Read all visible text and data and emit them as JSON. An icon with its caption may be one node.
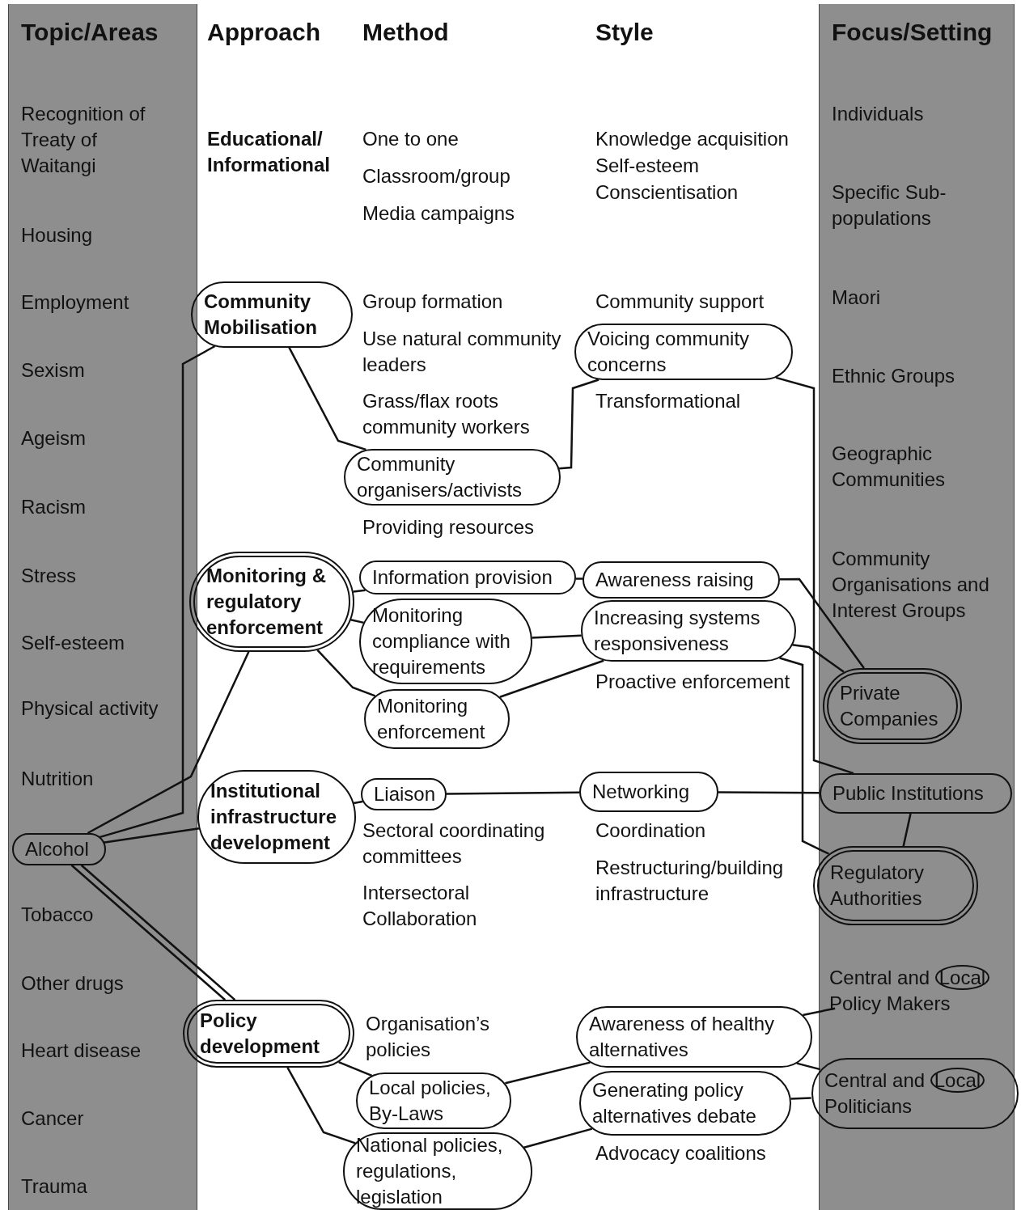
{
  "diagram": {
    "nodes": [
      {
        "text": [
          "Topic/Areas",
          "Recognition of Treaty of Waitangi",
          "Housing",
          "Employment",
          "Sexism",
          "Ageism",
          "Racism",
          "Stress",
          "Self-esteem",
          "Physical activity",
          "Nutrition",
          "Tobacco",
          "Other drugs",
          "Heart disease",
          "Cancer",
          "Trauma"
        ]
      },
      {
        "text": [
          "Alcohol"
        ],
        "in": 0
      },
      {
        "text": [
          "Community Mobilisation"
        ]
      },
      {
        "text": [
          "Community organisers/activists"
        ]
      },
      {
        "text": [
          "Voicing community concerns"
        ]
      },
      {
        "text": [
          "Monitoring & regulatory enforcement"
        ]
      },
      {
        "text": [
          "Information provision"
        ]
      },
      {
        "text": [
          "Awareness raising"
        ]
      },
      {
        "text": [
          "Monitoring compliance with requirements"
        ]
      },
      {
        "text": [
          "Increasing systems responsiveness"
        ]
      },
      {
        "text": [
          "Monitoring enforcement"
        ]
      },
      {
        "text": [
          "Institutional infrastructure development"
        ]
      },
      {
        "text": [
          "Liaison"
        ]
      },
      {
        "text": [
          "Networking"
        ]
      },
      {
        "text": [
          "Policy development"
        ]
      },
      {
        "text": [
          "Local policies, By-Laws"
        ]
      },
      {
        "text": [
          "Awareness of healthy alternatives"
        ]
      },
      {
        "text": [
          "Generating policy alternatives debate"
        ]
      },
      {
        "text": [
          "National policies, regulations, legislation"
        ]
      },
      {
        "text": [
          "Focus/Setting",
          "Individuals",
          "Specific Sub-populations",
          "Maori",
          "Ethnic Groups",
          "Geographic Communities",
          "Community Organisations and Interest Groups"
        ]
      },
      {
        "text": [
          "Private Companies"
        ],
        "in": 19
      },
      {
        "text": [
          "Public Institutions"
        ],
        "in": 19
      },
      {
        "text": [
          "Regulatory Authorities"
        ],
        "in": 19
      },
      {
        "text": [
          "Central and Local Policy Makers"
        ],
        "in": 19
      },
      {
        "text": [
          "Central and Local Politicians"
        ],
        "in": 19
      }
    ],
    "edges": [
      {
        "from": 1,
        "to": 2,
        "arrow": "none"
      },
      {
        "from": 1,
        "to": 5,
        "arrow": "none"
      },
      {
        "from": 1,
        "to": 11,
        "arrow": "none"
      },
      {
        "from": 1,
        "to": 14,
        "arrow": "none"
      },
      {
        "from": 1,
        "to": 14,
        "arrow": "none"
      },
      {
        "from": 2,
        "to": 3,
        "arrow": "none"
      },
      {
        "from": 3,
        "to": 4,
        "arrow": "none"
      },
      {
        "from": 4,
        "to": 21,
        "arrow": "none"
      },
      {
        "from": 5,
        "to": 6,
        "arrow": "none"
      },
      {
        "from": 5,
        "to": 8,
        "arrow": "none"
      },
      {
        "from": 5,
        "to": 10,
        "arrow": "none"
      },
      {
        "from": 6,
        "to": 7,
        "arrow": "none"
      },
      {
        "from": 8,
        "to": 9,
        "arrow": "none"
      },
      {
        "from": 10,
        "to": 9,
        "arrow": "none"
      },
      {
        "from": 7,
        "to": 20,
        "arrow": "none"
      },
      {
        "from": 9,
        "to": 20,
        "arrow": "none"
      },
      {
        "from": 9,
        "to": 22,
        "arrow": "none"
      },
      {
        "from": 21,
        "to": 22,
        "arrow": "none"
      },
      {
        "from": 11,
        "to": 12,
        "arrow": "none"
      },
      {
        "from": 12,
        "to": 13,
        "arrow": "none"
      },
      {
        "from": 13,
        "to": 21,
        "arrow": "none"
      },
      {
        "from": 14,
        "to": 15,
        "arrow": "none"
      },
      {
        "from": 14,
        "to": 18,
        "arrow": "none"
      },
      {
        "from": 15,
        "to": 16,
        "arrow": "none"
      },
      {
        "from": 18,
        "to": 17,
        "arrow": "none"
      },
      {
        "from": 16,
        "to": 23,
        "arrow": "none"
      },
      {
        "from": 16,
        "to": 24,
        "arrow": "none"
      },
      {
        "from": 17,
        "to": 24,
        "arrow": "none"
      }
    ],
    "labels": [
      "Approach",
      "Method",
      "Style",
      "Educational/ Informational",
      "One to one",
      "Classroom/group",
      "Media campaigns",
      "Knowledge acquisition",
      "Self-esteem",
      "Conscientisation",
      "Group formation",
      "Community support",
      "Use natural community leaders",
      "Grass/flax roots community workers",
      "Transformational",
      "Providing resources",
      "Proactive enforcement",
      "Sectoral coordinating committees",
      "Coordination",
      "Intersectoral Collaboration",
      "Restructuring/building infrastructure",
      "Organisation’s policies",
      "Advocacy coalitions"
    ]
  }
}
